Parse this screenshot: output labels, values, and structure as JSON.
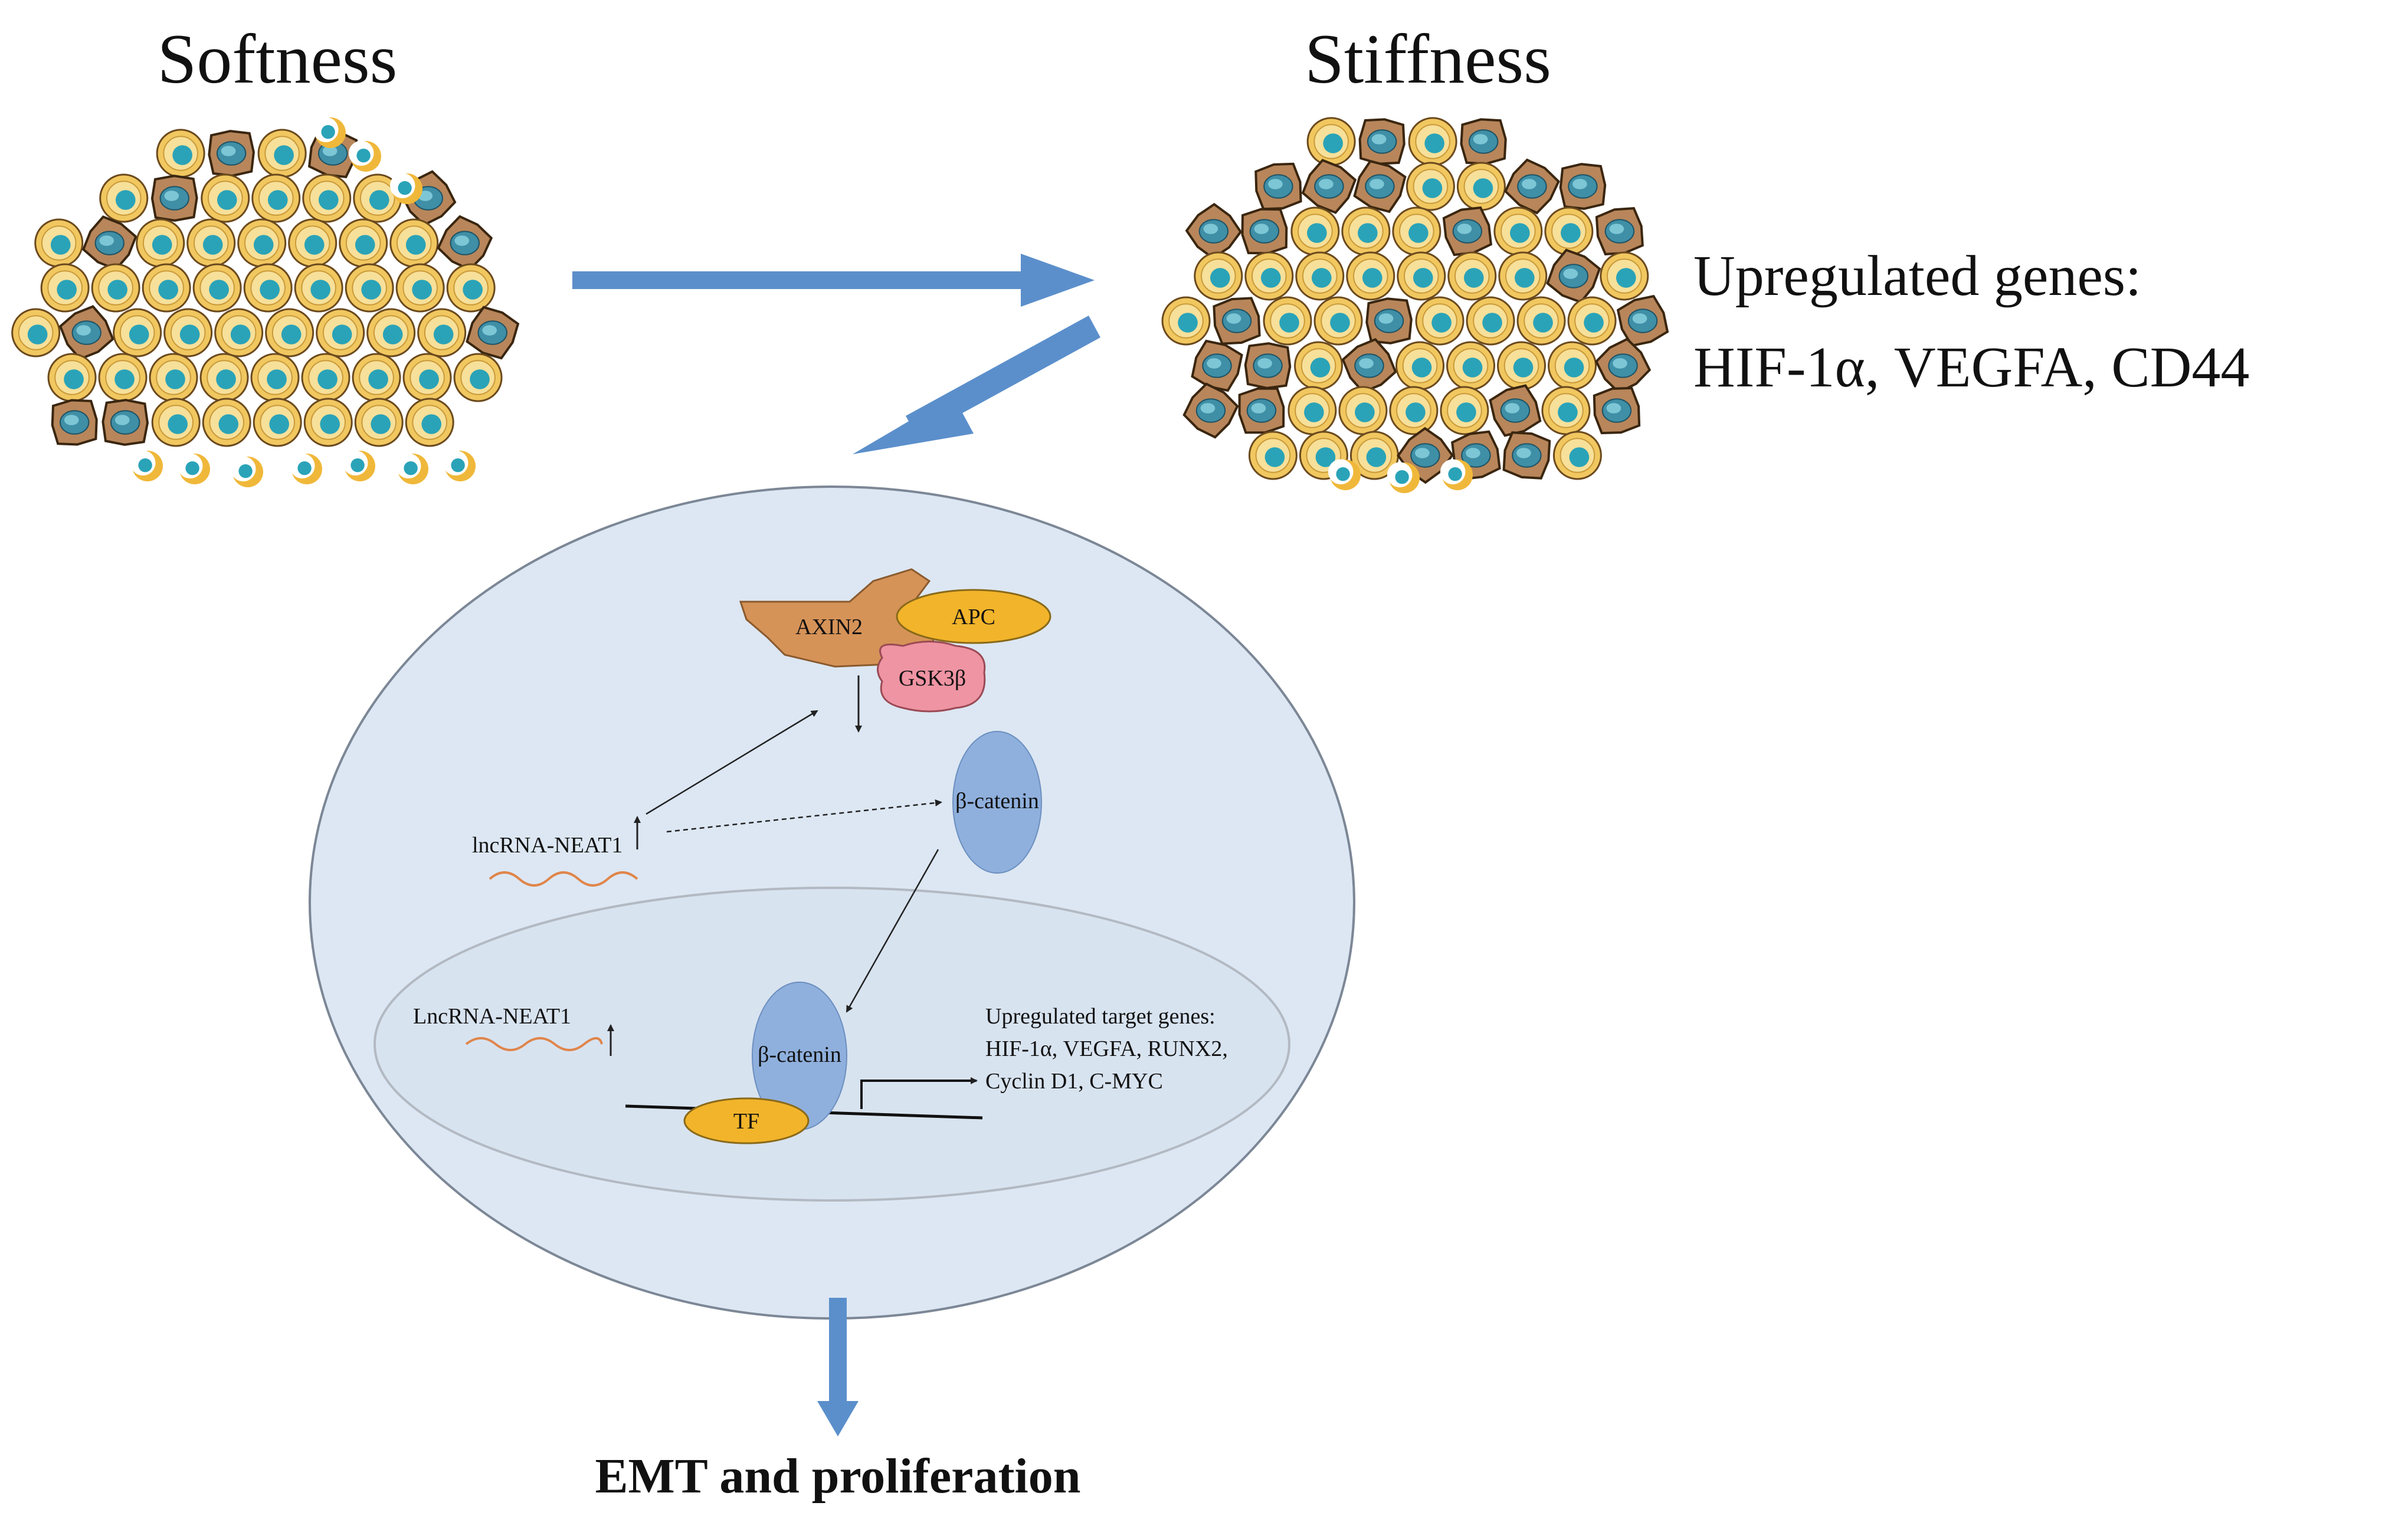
{
  "titles": {
    "softness": "Softness",
    "stiffness": "Stiffness"
  },
  "upregulated": {
    "line1": "Upregulated genes:",
    "line2": "HIF-1α, VEGFA, CD44"
  },
  "complex": {
    "axin2": "AXIN2",
    "apc": "APC",
    "gsk3b": "GSK3β"
  },
  "cytoplasm": {
    "lncrna": "lncRNA-NEAT1",
    "beta_catenin": "β-catenin"
  },
  "nucleus": {
    "lncrna": "LncRNA-NEAT1",
    "beta_catenin": "β-catenin",
    "tf": "TF",
    "targets": [
      "Upregulated target genes:",
      "HIF-1α, VEGFA, RUNX2,",
      "Cyclin D1, C-MYC"
    ]
  },
  "outcome": "EMT and proliferation",
  "colors": {
    "arrow_blue": "#5b8fcb",
    "cell_brown": "#b8865a",
    "cell_yellow": "#f1c760",
    "nucleus_teal": "#2aa3b8",
    "cell_fill": "#dce7f3",
    "apc_yellow": "#f2b42a",
    "gsk_pink": "#e88a9a",
    "catenin_blue": "#8fb0dd",
    "rna_orange": "#e0854a"
  }
}
